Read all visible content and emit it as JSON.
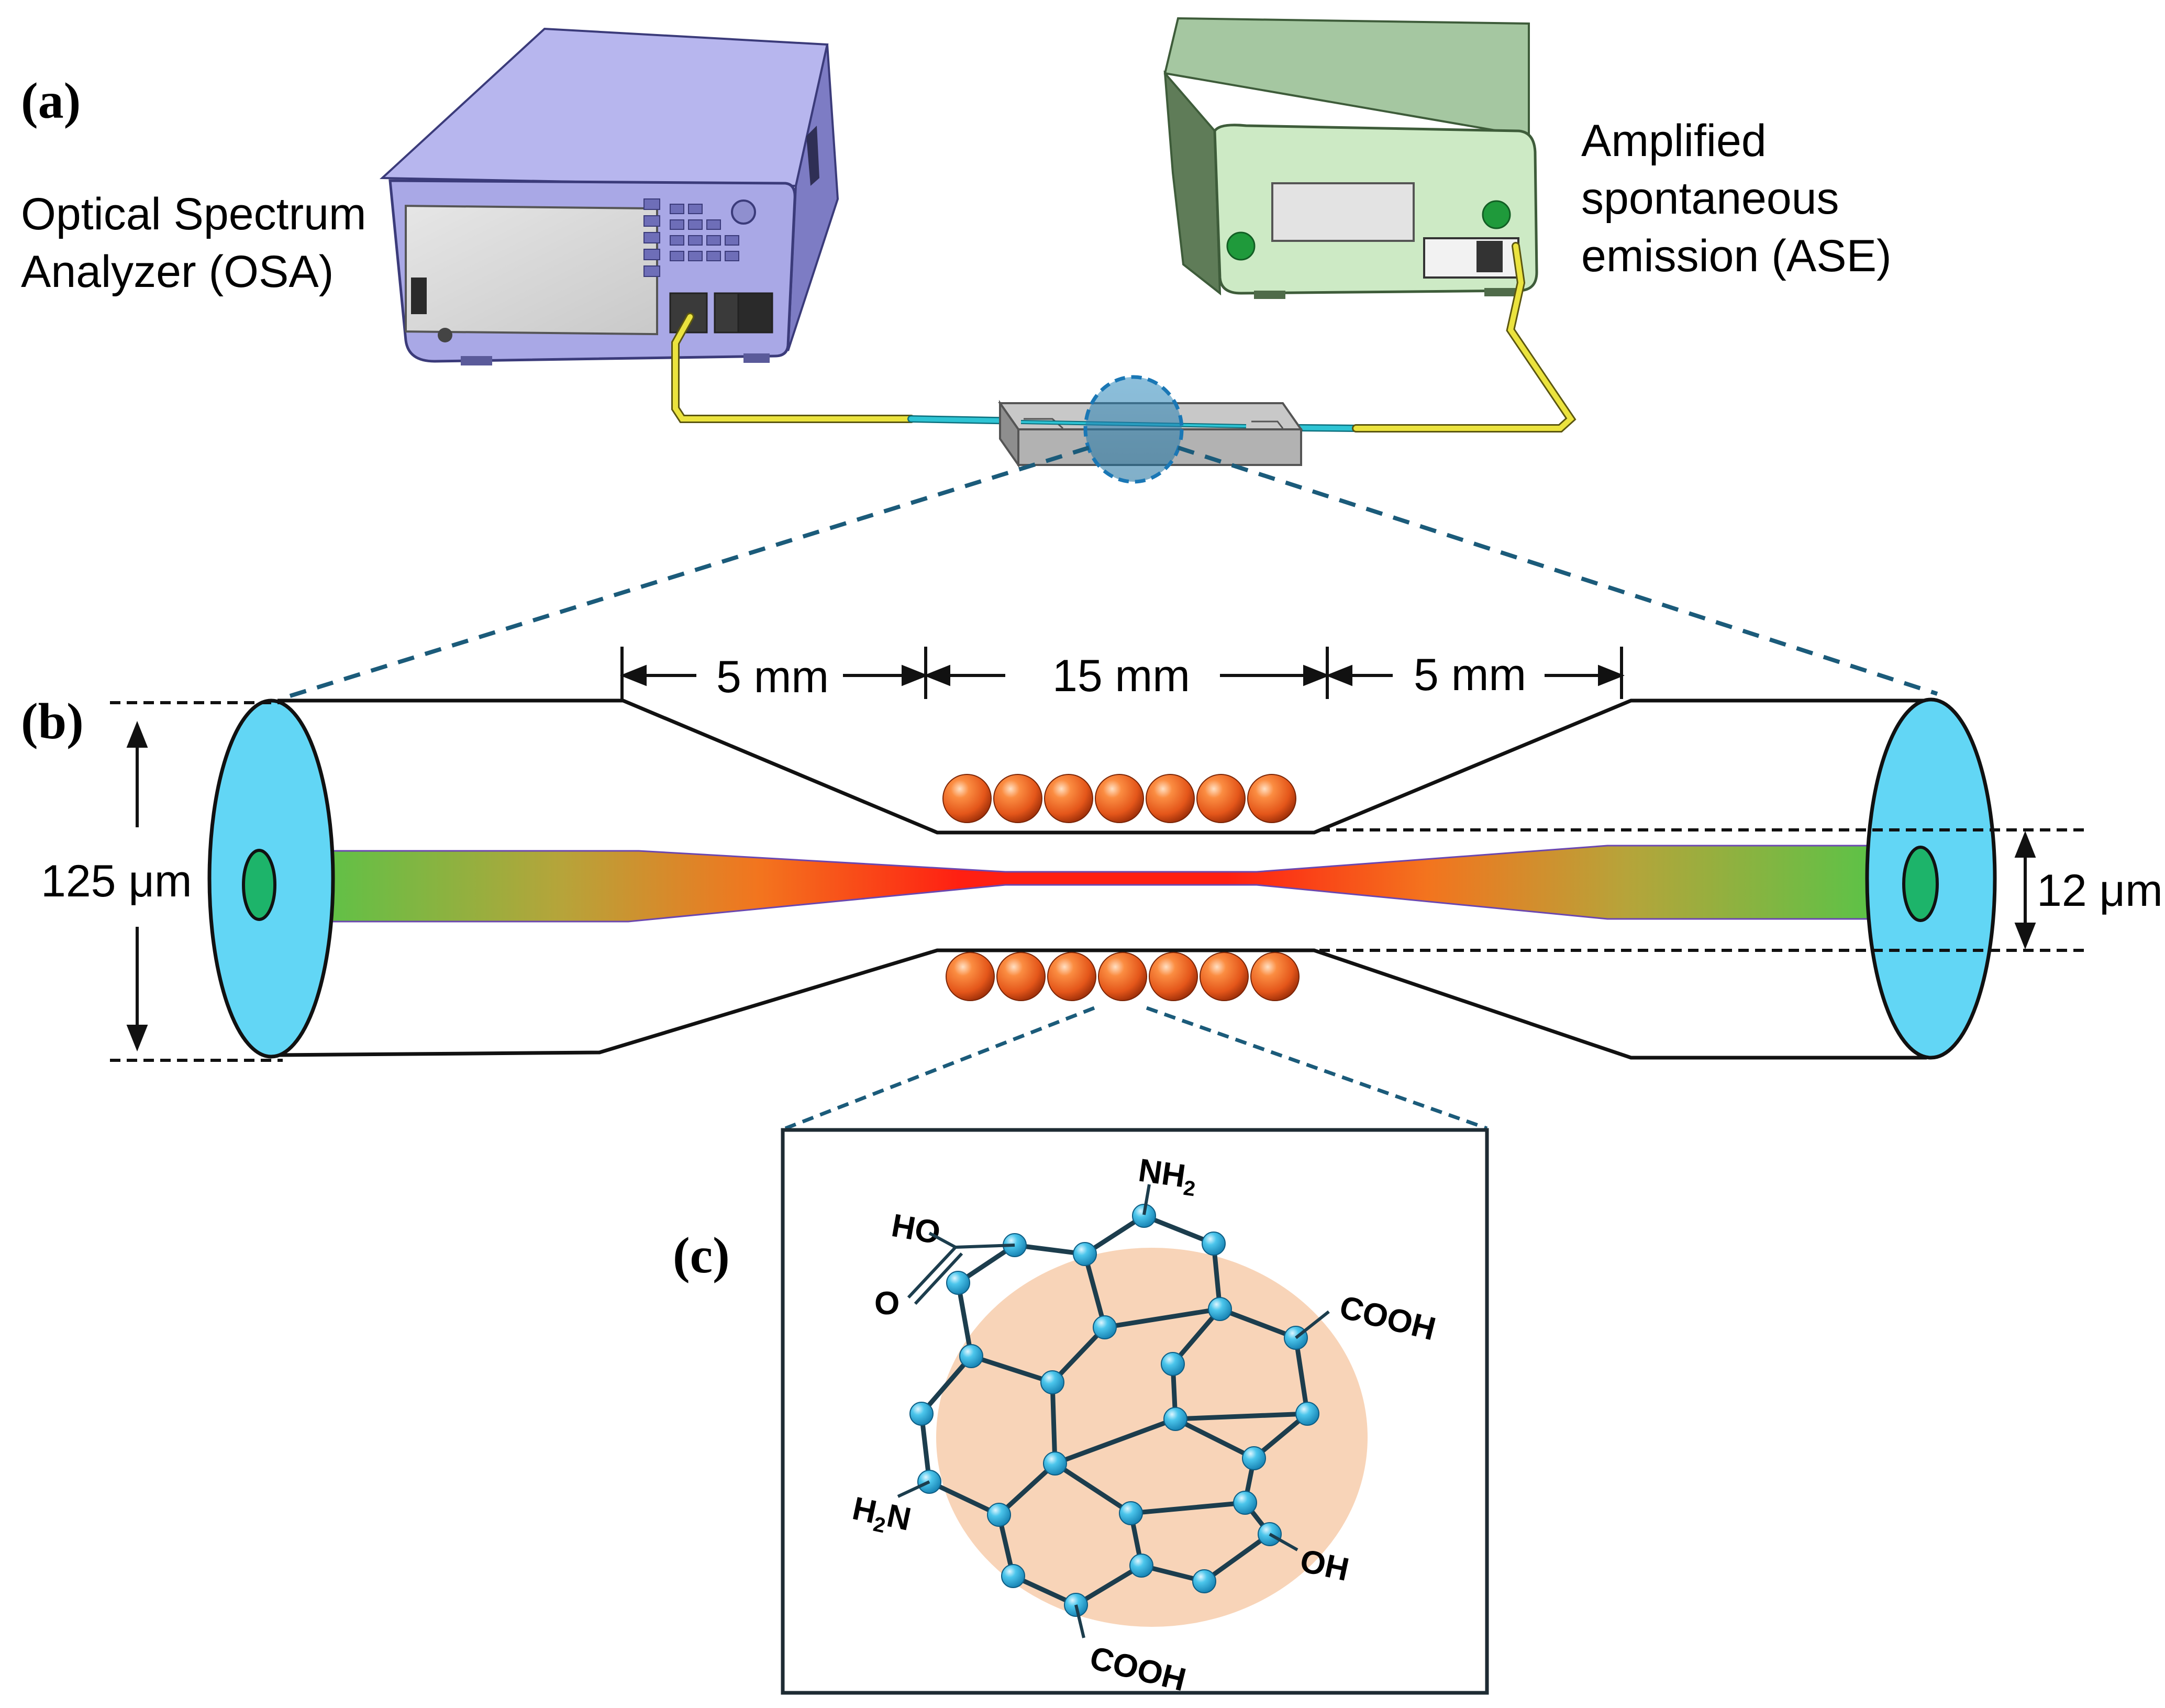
{
  "panels": {
    "a": "(a)",
    "b": "(b)",
    "c": "(c)"
  },
  "osa": {
    "line1": "Optical Spectrum",
    "line2": "Analyzer (OSA)"
  },
  "ase": {
    "line1": "Amplified",
    "line2": "spontaneous",
    "line3": "emission (ASE)"
  },
  "dimensions": {
    "left_taper": "5 mm",
    "waist": "15 mm",
    "right_taper": "5 mm",
    "cladding_diameter": "125 μm",
    "waist_diameter": "12 μm"
  },
  "chemistry": {
    "groups": {
      "nh2_top": "NH",
      "nh2_top_sub": "2",
      "hoo_label": "HO",
      "o_label": "O",
      "cooh_right": "COOH",
      "h2n_h": "H",
      "h2n_sub": "2",
      "h2n_n": "N",
      "oh_label": "OH",
      "cooh_bottom": "COOH"
    }
  },
  "colors": {
    "osa_body": "#a9a8e6",
    "ase_body": "#cdeac5",
    "fiber_jacket": "#e8e03a",
    "fiber_bare": "#2ec4d4",
    "cladding": "#62d6f5",
    "core": "#1db46a",
    "nanoparticle": "#f0641e",
    "gqd_disc": "#f8d4b8",
    "atom": "#35b8e0",
    "zoom_dash": "#1b5b7a"
  },
  "nanoparticles": {
    "top_count": 7,
    "bottom_count": 7
  }
}
